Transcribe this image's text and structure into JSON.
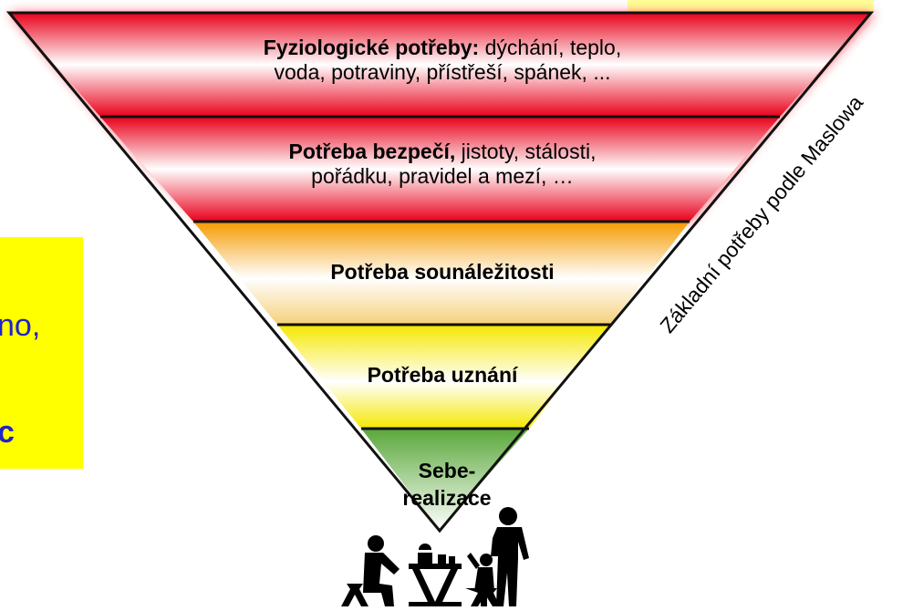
{
  "side_box": {
    "line1": "no,",
    "line2": "c",
    "color": "#ffff00",
    "text_color": "#2222cc"
  },
  "tiers": [
    {
      "bold": "Fyziologické potřeby:",
      "text": " dýchání, teplo,",
      "line2": "voda,  potraviny, přístřeší, spánek, ..."
    },
    {
      "bold": "Potřeba bezpečí,",
      "text": " jistoty, stálosti,",
      "line2": "pořádku, pravidel a mezí, …"
    },
    {
      "bold": "Potřeba sounáležitosti"
    },
    {
      "bold": "Potřeba uznání"
    },
    {
      "bold": "Sebe-",
      "line2": "realizace"
    }
  ],
  "rotated_label": "Základní potřeby podle Maslowa",
  "colors": {
    "red": "#e8001a",
    "orange": "#f59a00",
    "yellow": "#f4e800",
    "green": "#6fb84a",
    "outline": "#111111"
  },
  "icons": [
    "family-picnic-icon"
  ]
}
